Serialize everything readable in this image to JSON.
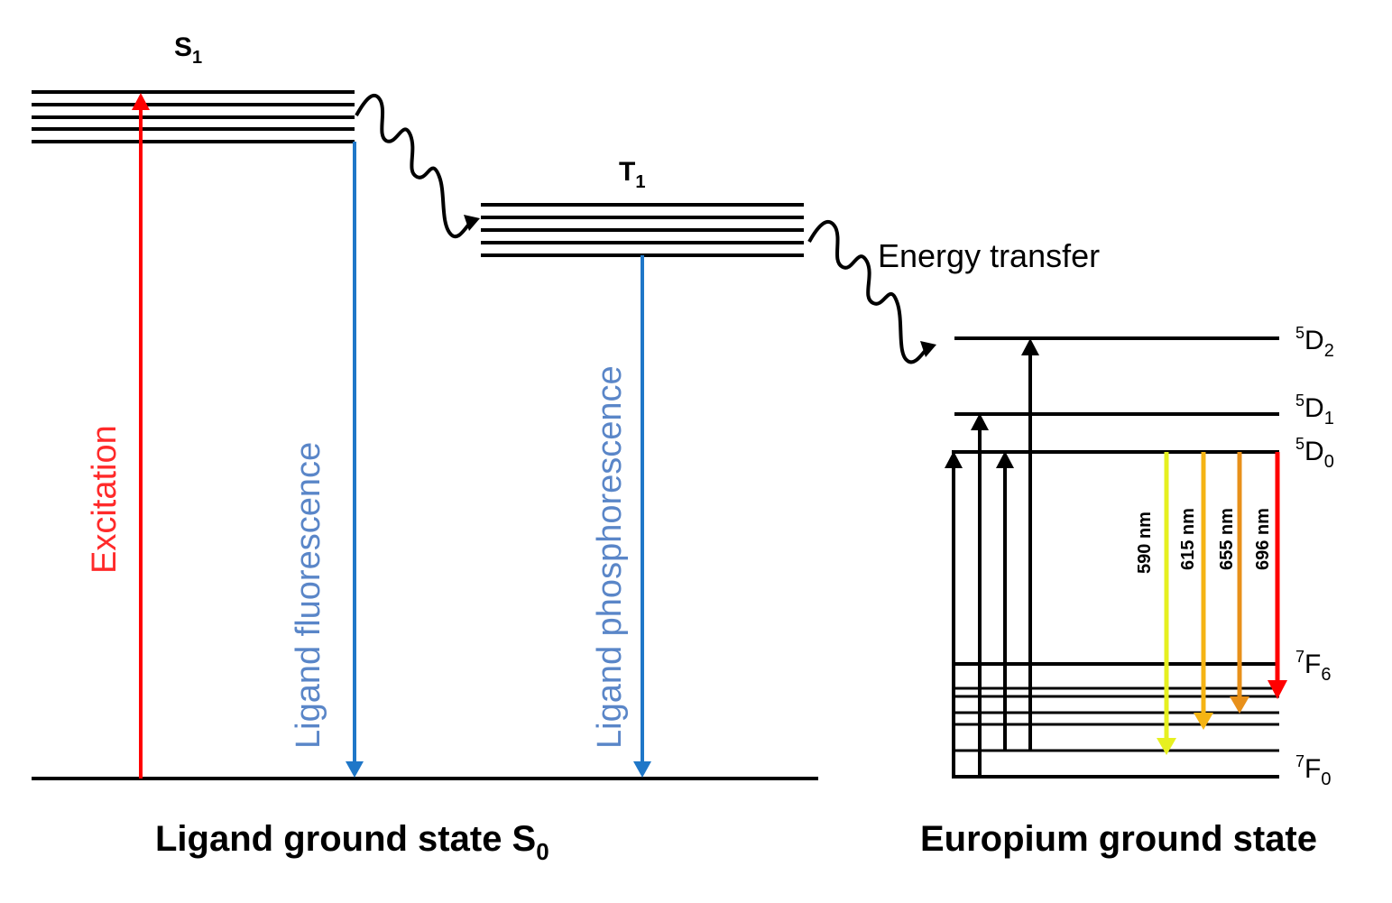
{
  "ligand": {
    "s1_main": "S",
    "s1_sub": "1",
    "t1_main": "T",
    "t1_sub": "1",
    "ground_main": "Ligand ground state S",
    "ground_sub": "0",
    "excitation": "Excitation",
    "fluorescence": "Ligand fluorescence",
    "phosphorescence": "Ligand phosphorescence"
  },
  "transfer": {
    "label": "Energy transfer"
  },
  "europium": {
    "ground": "Europium ground state",
    "levels": [
      {
        "sup": "5",
        "main": "D",
        "sub": "2"
      },
      {
        "sup": "5",
        "main": "D",
        "sub": "1"
      },
      {
        "sup": "5",
        "main": "D",
        "sub": "0"
      },
      {
        "sup": "7",
        "main": "F",
        "sub": "6"
      },
      {
        "sup": "7",
        "main": "F",
        "sub": "0"
      }
    ],
    "emissions": [
      {
        "label": "590 nm",
        "color": "#e6f020"
      },
      {
        "label": "615 nm",
        "color": "#f5b414"
      },
      {
        "label": "655 nm",
        "color": "#e8901a"
      },
      {
        "label": "696 nm",
        "color": "#ff0000"
      }
    ]
  },
  "colors": {
    "excitation": "#ff0000",
    "excitation_text": "#ff2a2a",
    "blue_arrow": "#1f77c8",
    "blue_text": "#5a86c8",
    "line": "#000000"
  }
}
